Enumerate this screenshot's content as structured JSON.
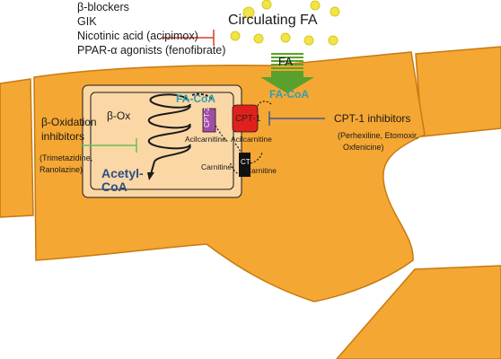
{
  "drugs_top": {
    "items": [
      "β-blockers",
      "GIK",
      "Nicotinic acid (acipimox)",
      "PPAR-α agonists (fenofibrate)"
    ]
  },
  "circulating_fa": {
    "label": "Circulating FA"
  },
  "fa_arrow": {
    "label": "FA"
  },
  "cytosol": {
    "fa_coa": "FA-CoA"
  },
  "mitochondrion": {
    "fa_coa": "FA-CoA",
    "beta_ox": "β-Ox",
    "acetyl_coa_line1": "Acetyl-",
    "acetyl_coa_line2": "CoA",
    "cpt2": "CPT-2",
    "cpt1": "CPT-1",
    "ct": "CT",
    "acylcarnitine_left": "Acilcarnitine",
    "acylcarnitine_right": "Acilcarnitine",
    "carnitine_left": "Carnitine",
    "carnitine_right": "Carnitine"
  },
  "beta_ox_inhibitors": {
    "title_line1": "β-Oxidation",
    "title_line2": "inhibitors",
    "examples_line1": "(Trimetazidine,",
    "examples_line2": "Ranolazine)"
  },
  "cpt1_inhibitors": {
    "title": "CPT-1 inhibitors",
    "examples_line1": "(Perhexiline, Etomoxir,",
    "examples_line2": "Oxfenicine)"
  },
  "colors": {
    "cell": "#f5a733",
    "cell_edge": "#c77a10",
    "mito": "#fbd7a5",
    "arrow_green": "#5aa02c",
    "fa_coa_teal": "#2f9fb0",
    "acetyl_blue": "#2b4f86",
    "cpt1_red": "#e0201c",
    "cpt2_purple": "#a14ca6",
    "inhibit_red": "#e0392b",
    "inhibit_blue": "#3b5b9a",
    "inhibit_green": "#6bbf57",
    "fa_bubble": "#f2e34a"
  }
}
